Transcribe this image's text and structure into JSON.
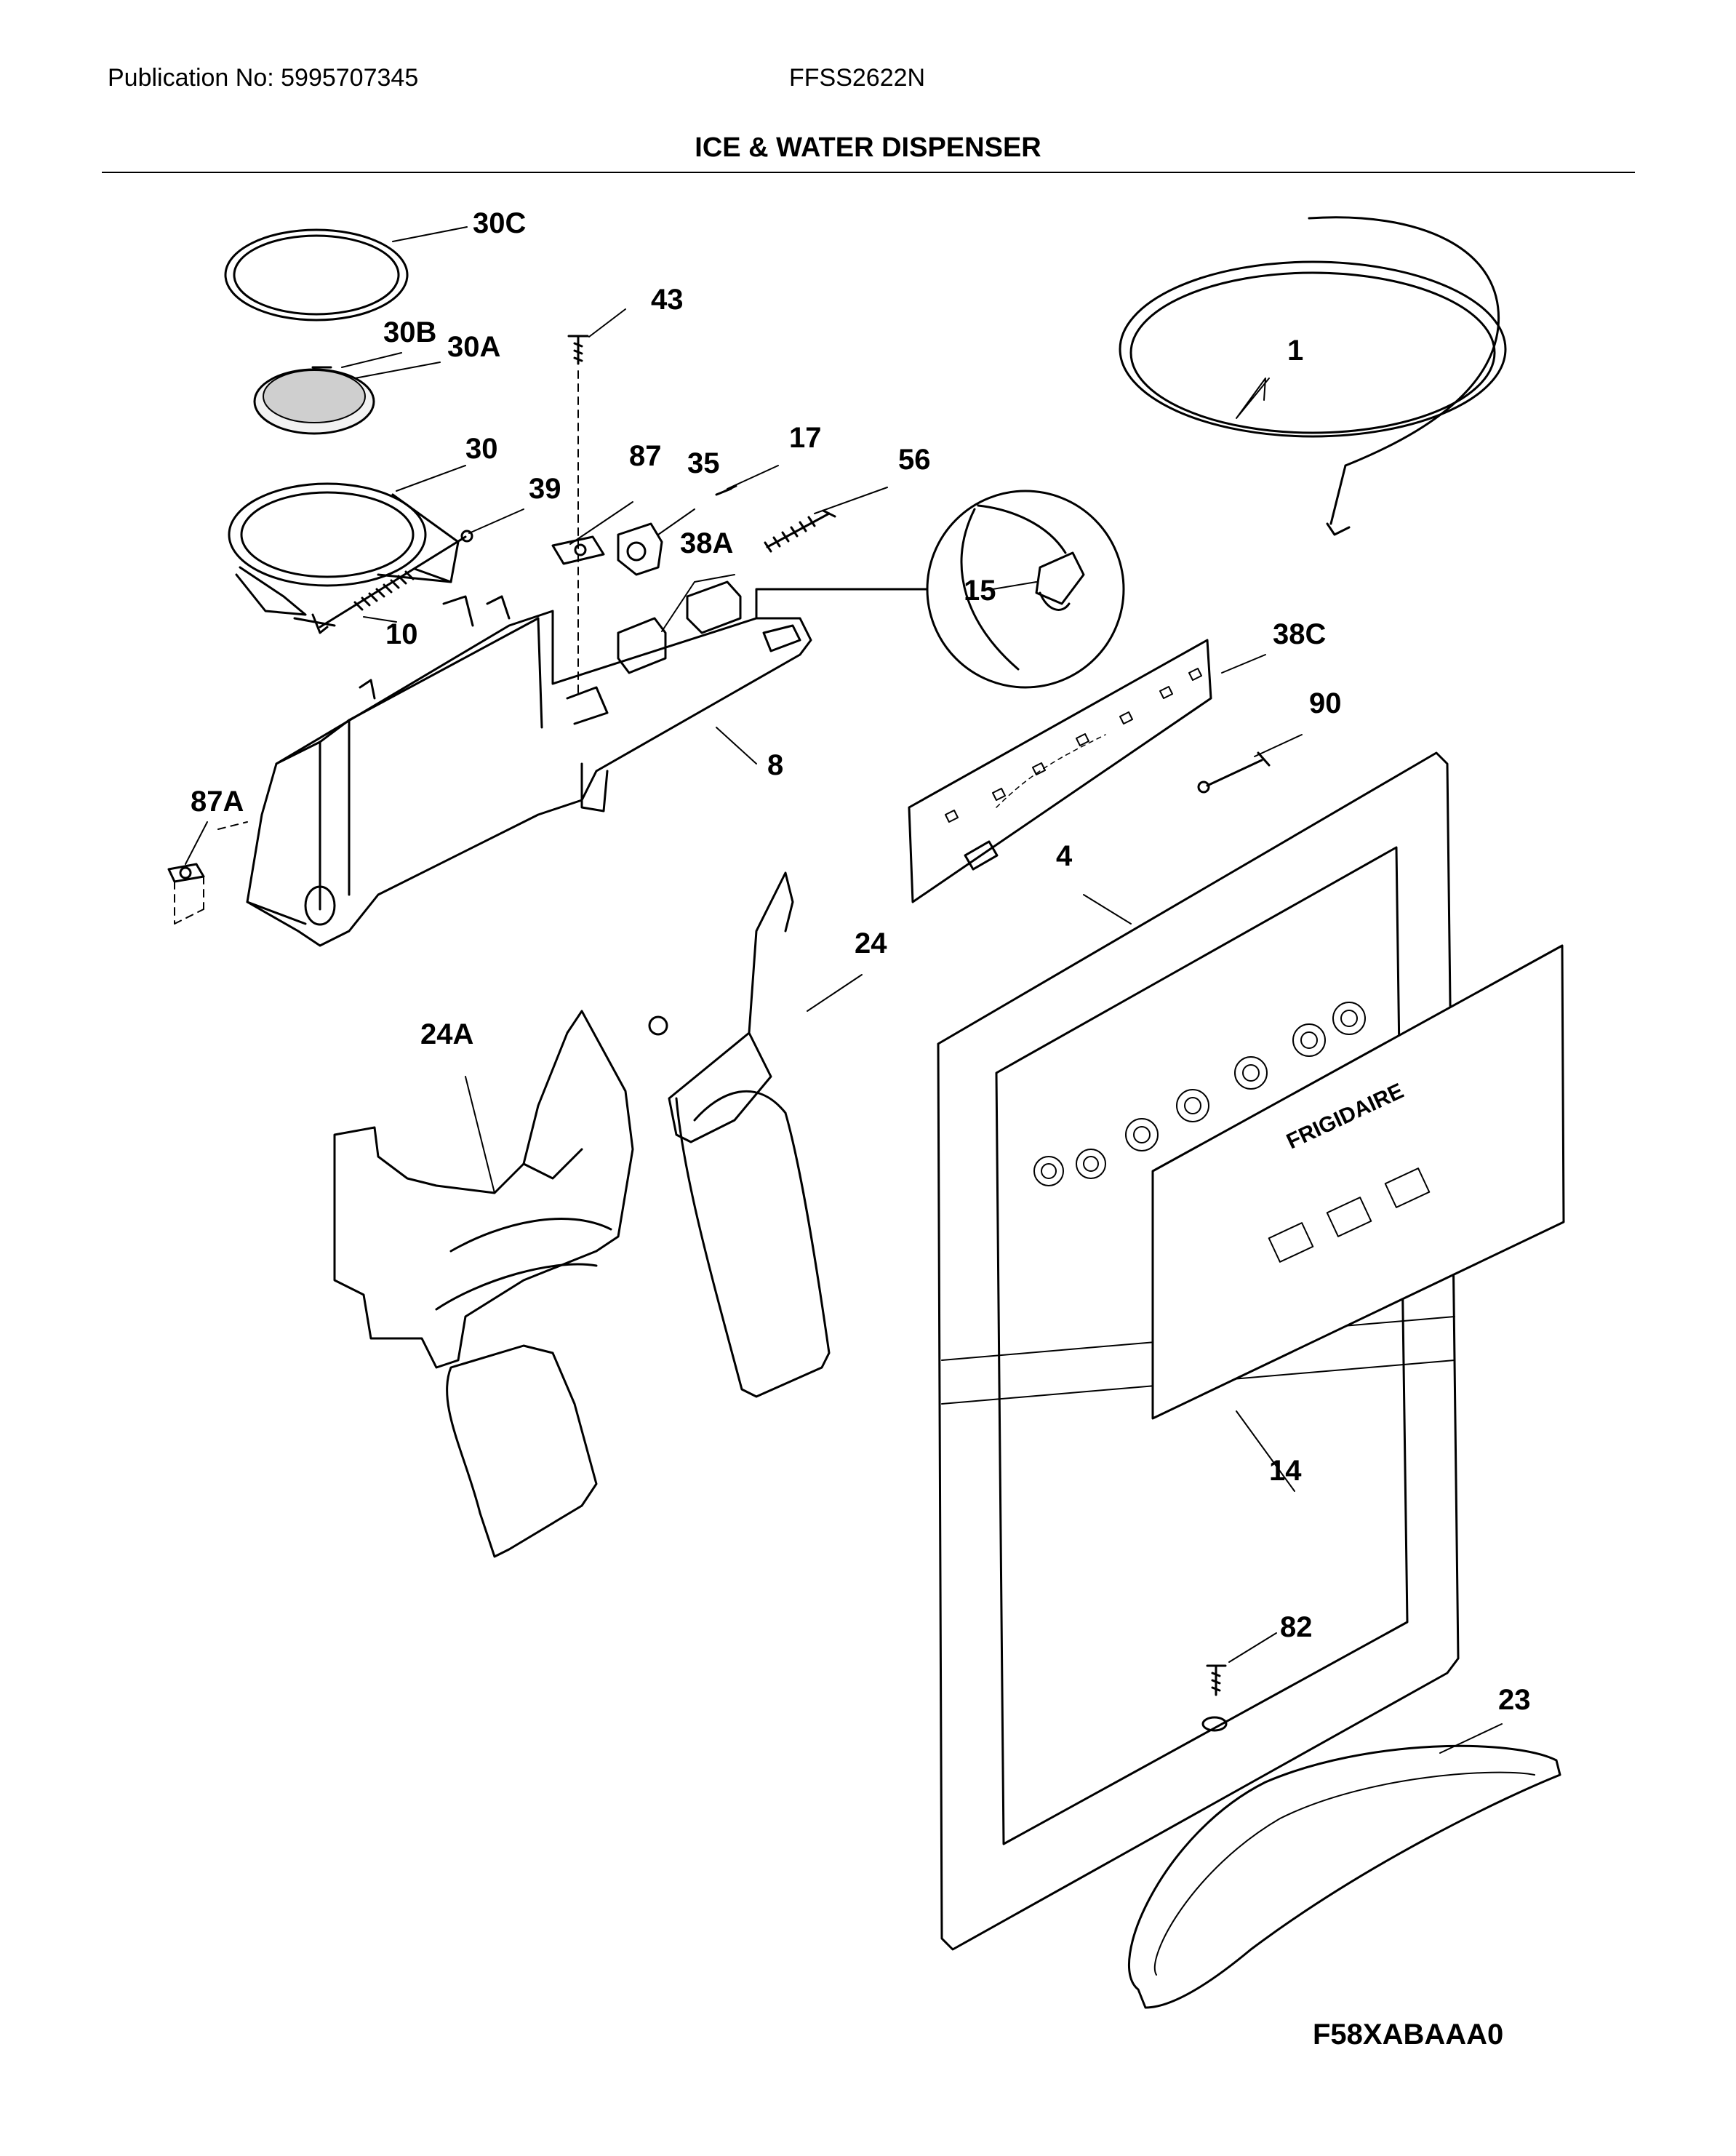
{
  "header": {
    "publication": "Publication No: 5995707345",
    "model": "FFSS2622N",
    "title": "ICE & WATER DISPENSER"
  },
  "figure_code": "F58XABAAA0",
  "brand_on_overlay": "FRIGIDAIRE",
  "callouts": {
    "c30C": "30C",
    "c30B": "30B",
    "c30A": "30A",
    "c43": "43",
    "c1": "1",
    "c30": "30",
    "c87": "87",
    "c35": "35",
    "c17": "17",
    "c56": "56",
    "c39": "39",
    "c38A": "38A",
    "c15": "15",
    "c10": "10",
    "c38C": "38C",
    "c8": "8",
    "c90": "90",
    "c87A": "87A",
    "c4": "4",
    "c24": "24",
    "c24A": "24A",
    "c14": "14",
    "c82": "82",
    "c23": "23"
  }
}
